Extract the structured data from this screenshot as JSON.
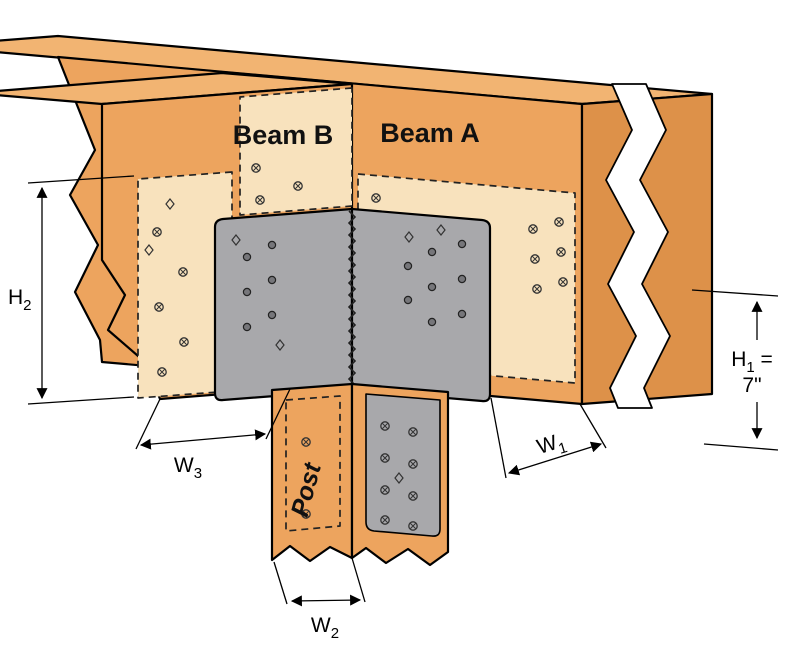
{
  "labels": {
    "beam_a": "Beam A",
    "beam_b": "Beam B",
    "post": "Post"
  },
  "dimensions": {
    "h1": {
      "letter": "H",
      "sub": "1",
      "eq": " =",
      "value": "7\""
    },
    "h2": {
      "letter": "H",
      "sub": "2"
    },
    "w1": {
      "letter": "W",
      "sub": "1"
    },
    "w2": {
      "letter": "W",
      "sub": "2"
    },
    "w3": {
      "letter": "W",
      "sub": "3"
    }
  },
  "colors": {
    "wood": "#EDA45E",
    "wood_top": "#F2B472",
    "wood_dark": "#DD9149",
    "cream": "#F8E2BD",
    "steel": "#A8A8AB",
    "steel_dark": "#77777B",
    "white": "#FFFFFF"
  }
}
